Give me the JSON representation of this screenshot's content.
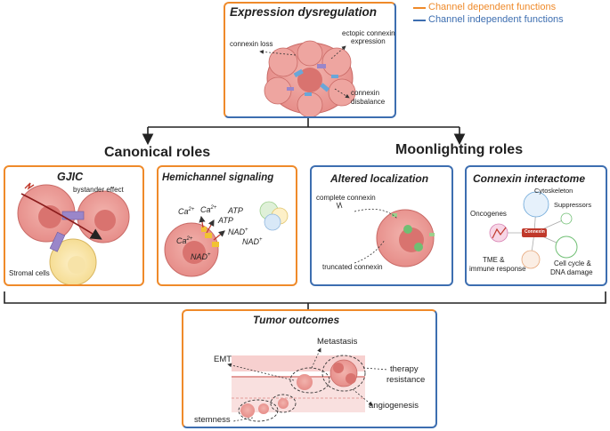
{
  "legend": {
    "items": [
      {
        "label": "Channel dependent functions",
        "color": "#ef8a2a"
      },
      {
        "label": "Channel independent functions",
        "color": "#3d6eb0"
      }
    ]
  },
  "top": {
    "title": "Expression dysregulation",
    "labels": {
      "loss": "connexin loss",
      "ectopic_1": "ectopic connexin",
      "ectopic_2": "expression",
      "disbalance_1": "connexin",
      "disbalance_2": "disbalance"
    }
  },
  "sections": {
    "canonical": "Canonical roles",
    "moonlighting": "Moonlighting roles"
  },
  "panels": {
    "gjic": {
      "title": "GJIC",
      "bystander": "bystander effect",
      "stromal": "Stromal cells"
    },
    "hemichannel": {
      "title": "Hemichannel signaling",
      "ca_top_a": "Ca",
      "ca_top_b": "Ca",
      "ca_mid": "Ca",
      "ca_sup": "2+",
      "atp_1": "ATP",
      "atp_2": "ATP",
      "nad_1": "NAD",
      "nad_2": "NAD",
      "nad_3": "NAD",
      "nad_sup": "+"
    },
    "localization": {
      "title": "Altered localization",
      "complete": "complete connexin",
      "truncated": "truncated connexin"
    },
    "interactome": {
      "title": "Connexin interactome",
      "cytoskeleton": "Cytoskeleton",
      "oncogenes": "Oncogenes",
      "suppressors": "Suppressors",
      "center": "Connexin",
      "tme_1": "TME &",
      "tme_2": "immune response",
      "cell_cycle_1": "Cell cycle &",
      "cell_cycle_2": "DNA damage"
    }
  },
  "outcomes": {
    "title": "Tumor outcomes",
    "metastasis": "Metastasis",
    "emt": "EMT",
    "therapy_1": "therapy",
    "therapy_2": "resistance",
    "angiogenesis": "angiogenesis",
    "stemness": "stemness"
  }
}
